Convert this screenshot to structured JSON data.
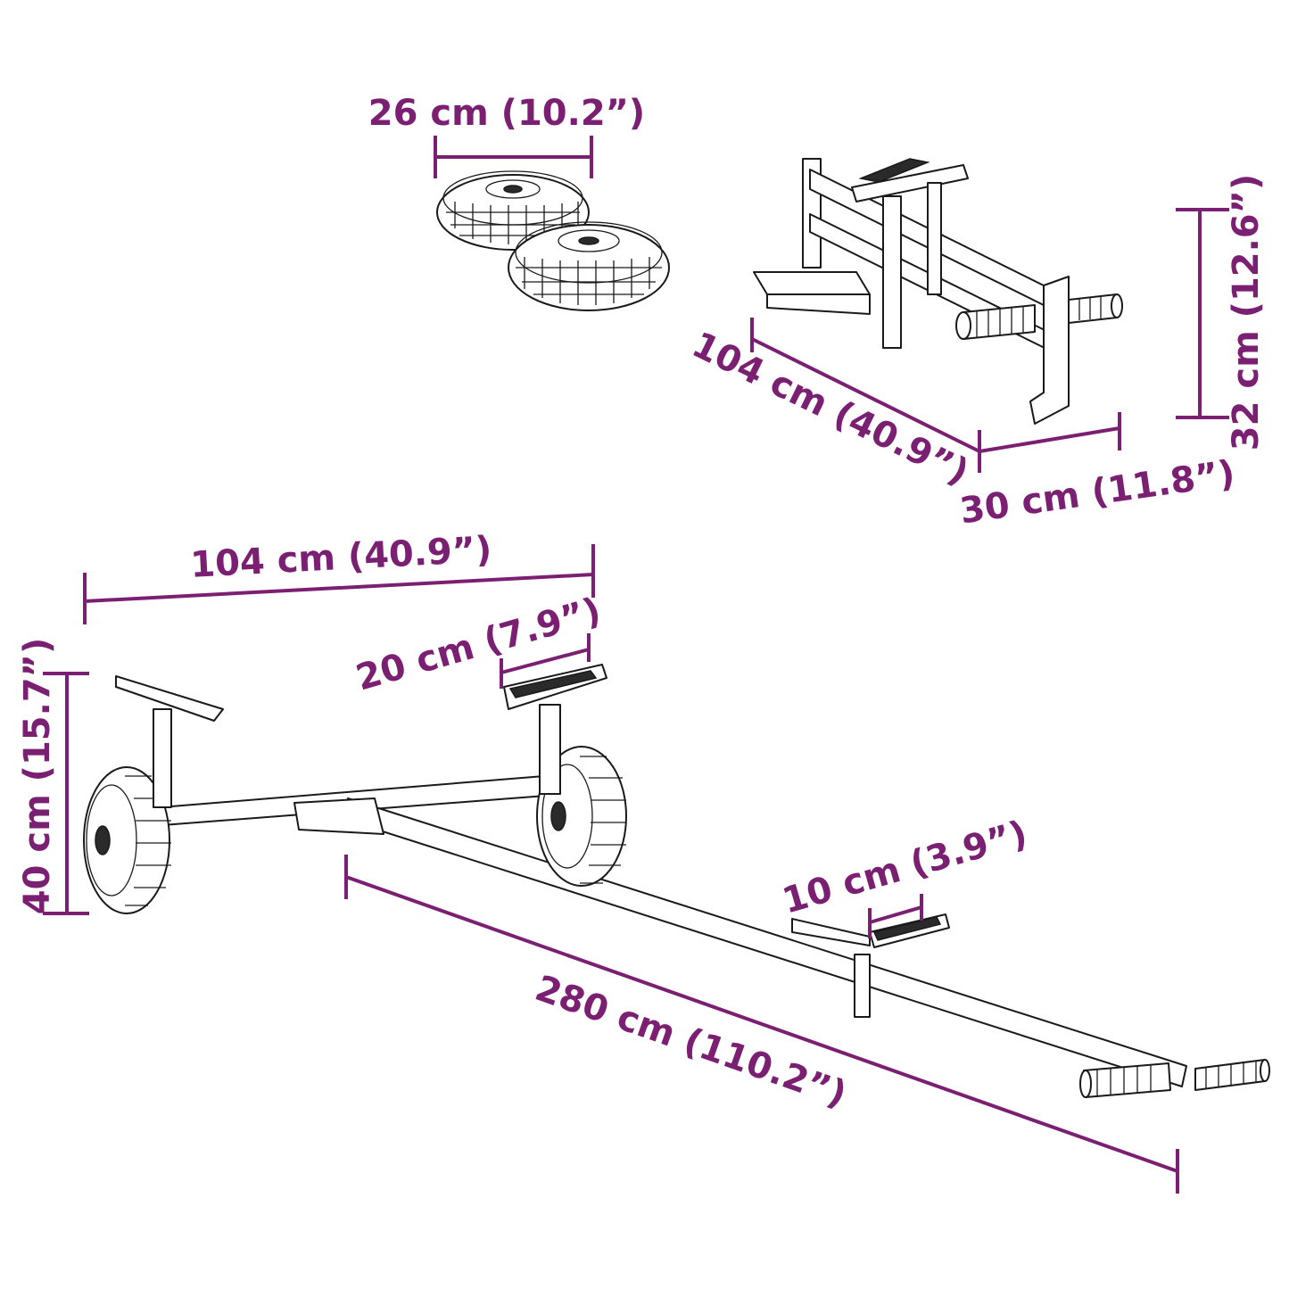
{
  "colors": {
    "dimension": "#7b1f73",
    "drawing": "#1a1a1a"
  },
  "dimensions": {
    "wheel_width": "26 cm (10.2”)",
    "folded_length": "104 cm (40.9”)",
    "folded_depth": "30 cm (11.8”)",
    "folded_height": "32 cm (12.6”)",
    "axle_width": "104 cm (40.9”)",
    "rear_pad": "20 cm (7.9”)",
    "height": "40 cm (15.7”)",
    "front_pad": "10 cm (3.9”)",
    "total_length": "280 cm (110.2”)"
  }
}
